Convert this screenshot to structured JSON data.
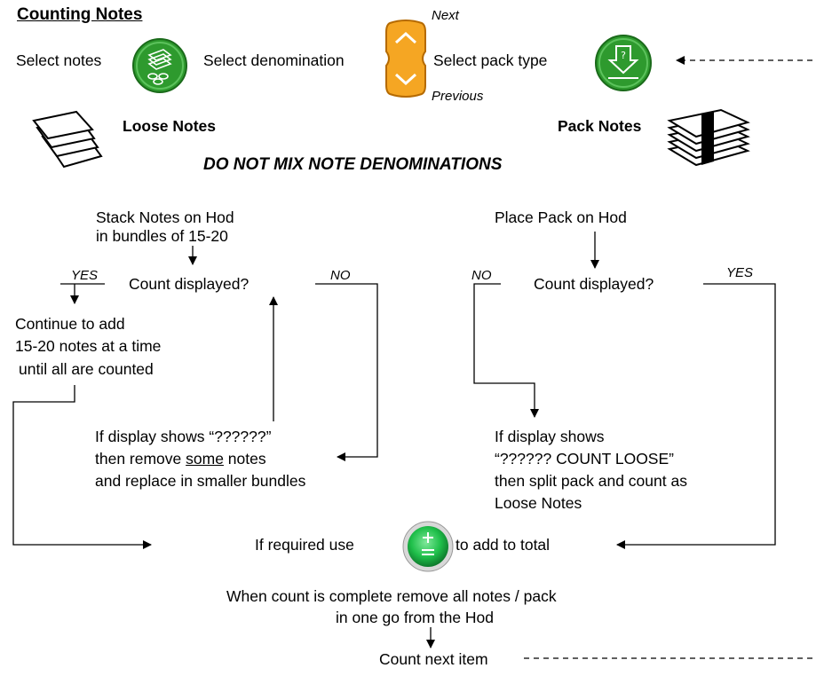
{
  "title": "Counting Notes",
  "top_row": {
    "select_notes": "Select notes",
    "select_denomination": "Select denomination",
    "select_pack_type": "Select pack type",
    "next": "Next",
    "previous": "Previous"
  },
  "loose_notes": "Loose Notes",
  "pack_notes": "Pack Notes",
  "warning": "DO NOT MIX NOTE DENOMINATIONS",
  "left_flow": {
    "step1_line1": "Stack Notes on Hod",
    "step1_line2": "in bundles of 15-20",
    "question": "Count displayed?",
    "yes": "YES",
    "no": "NO",
    "yes_line1": "Continue to add",
    "yes_line2": "15-20 notes at a time",
    "yes_line3": "until all are counted",
    "no_line1": "If display shows “??????”",
    "no_line2a": "then remove ",
    "no_line2b": "some",
    "no_line2c": " notes",
    "no_line3": "and replace in smaller bundles"
  },
  "right_flow": {
    "step1": "Place Pack on Hod",
    "question": "Count displayed?",
    "yes": "YES",
    "no": "NO",
    "no_line1": "If display shows",
    "no_line2": "“?????? COUNT LOOSE”",
    "no_line3": "then split pack and count as",
    "no_line4": "Loose Notes"
  },
  "total": {
    "before": "If required use",
    "after": "to add to total"
  },
  "complete": {
    "line1": "When count is complete remove all notes / pack",
    "line2": "in one go from the Hod"
  },
  "next_item": "Count next item",
  "colors": {
    "green_button": "#2e9a2e",
    "orange_button": "#f5a623",
    "round_green": "#1fbf4a"
  }
}
